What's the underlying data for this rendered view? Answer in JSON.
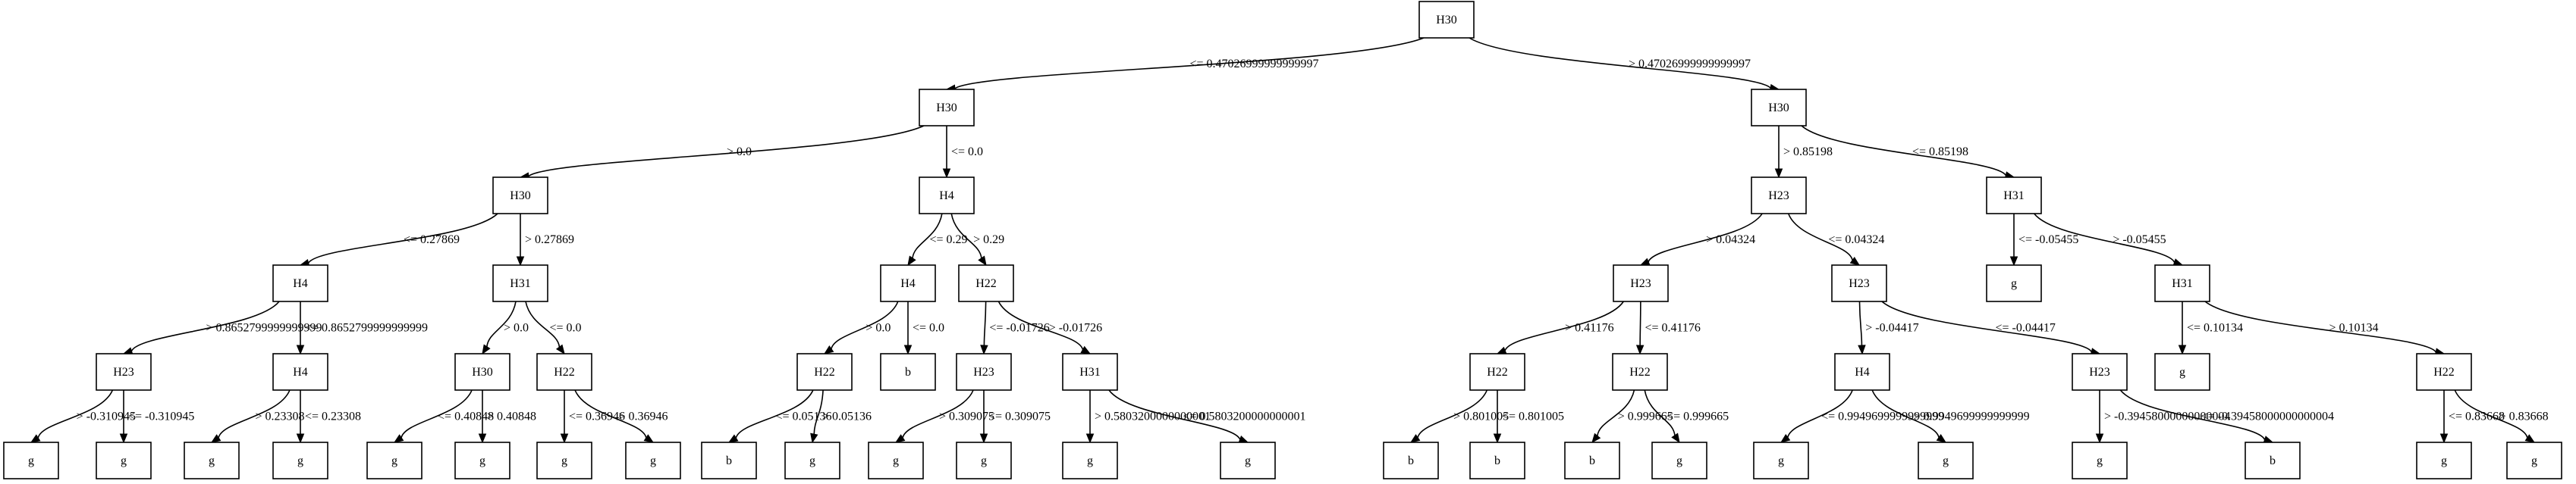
{
  "tree": {
    "nodes": [
      {
        "id": "n0",
        "label": "H30"
      },
      {
        "id": "n1",
        "label": "H30"
      },
      {
        "id": "n2",
        "label": "H30"
      },
      {
        "id": "n3",
        "label": "H30"
      },
      {
        "id": "n4",
        "label": "H4"
      },
      {
        "id": "n5",
        "label": "H23"
      },
      {
        "id": "n6",
        "label": "H31"
      },
      {
        "id": "n7",
        "label": "H4"
      },
      {
        "id": "n8",
        "label": "H31"
      },
      {
        "id": "n9",
        "label": "H4"
      },
      {
        "id": "n10",
        "label": "H22"
      },
      {
        "id": "n11",
        "label": "H23"
      },
      {
        "id": "n12",
        "label": "H23"
      },
      {
        "id": "n13",
        "label": "g"
      },
      {
        "id": "n14",
        "label": "H31"
      },
      {
        "id": "n15",
        "label": "H23"
      },
      {
        "id": "n16",
        "label": "H4"
      },
      {
        "id": "n17",
        "label": "H30"
      },
      {
        "id": "n18",
        "label": "H22"
      },
      {
        "id": "n19",
        "label": "H22"
      },
      {
        "id": "n20",
        "label": "b"
      },
      {
        "id": "n21",
        "label": "H23"
      },
      {
        "id": "n22",
        "label": "H31"
      },
      {
        "id": "n23",
        "label": "H22"
      },
      {
        "id": "n24",
        "label": "H22"
      },
      {
        "id": "n25",
        "label": "H4"
      },
      {
        "id": "n26",
        "label": "H23"
      },
      {
        "id": "n27",
        "label": "g"
      },
      {
        "id": "n28",
        "label": "H22"
      },
      {
        "id": "n29",
        "label": "g"
      },
      {
        "id": "n30",
        "label": "g"
      },
      {
        "id": "n31",
        "label": "g"
      },
      {
        "id": "n32",
        "label": "g"
      },
      {
        "id": "n33",
        "label": "g"
      },
      {
        "id": "n34",
        "label": "g"
      },
      {
        "id": "n35",
        "label": "g"
      },
      {
        "id": "n36",
        "label": "g"
      },
      {
        "id": "n37",
        "label": "g"
      },
      {
        "id": "n38",
        "label": "b"
      },
      {
        "id": "n39",
        "label": "g"
      },
      {
        "id": "n40",
        "label": "g"
      },
      {
        "id": "n41",
        "label": "g"
      },
      {
        "id": "n42",
        "label": "g"
      },
      {
        "id": "n43",
        "label": "b"
      },
      {
        "id": "n44",
        "label": "b"
      },
      {
        "id": "n45",
        "label": "b"
      },
      {
        "id": "n46",
        "label": "g"
      },
      {
        "id": "n47",
        "label": "g"
      },
      {
        "id": "n48",
        "label": "g"
      },
      {
        "id": "n49",
        "label": "g"
      },
      {
        "id": "n50",
        "label": "g"
      },
      {
        "id": "n51",
        "label": "b"
      },
      {
        "id": "n52",
        "label": "g"
      },
      {
        "id": "n53",
        "label": "g"
      }
    ],
    "edges": [
      {
        "from": "n0",
        "to": "n1",
        "label": "<= 0.47026999999999997"
      },
      {
        "from": "n0",
        "to": "n3",
        "label": "> 0.47026999999999997"
      },
      {
        "from": "n1",
        "to": "n2",
        "label": "> 0.0"
      },
      {
        "from": "n1",
        "to": "n9",
        "label": "<= 0.0"
      },
      {
        "from": "n2",
        "to": "n4",
        "label": "<= 0.27869"
      },
      {
        "from": "n2",
        "to": "n8",
        "label": "> 0.27869"
      },
      {
        "from": "n4",
        "to": "n5",
        "label": "> 0.8652799999999999"
      },
      {
        "from": "n4",
        "to": "n7",
        "label": "<= 0.8652799999999999"
      },
      {
        "from": "n5",
        "to": "n29",
        "label": "> -0.310945"
      },
      {
        "from": "n5",
        "to": "n30",
        "label": "<= -0.310945"
      },
      {
        "from": "n7",
        "to": "n31",
        "label": "> 0.23308"
      },
      {
        "from": "n7",
        "to": "n32",
        "label": "<= 0.23308"
      },
      {
        "from": "n8",
        "to": "n17",
        "label": "> 0.0"
      },
      {
        "from": "n8",
        "to": "n18",
        "label": "<= 0.0"
      },
      {
        "from": "n17",
        "to": "n33",
        "label": "<= 0.40848"
      },
      {
        "from": "n17",
        "to": "n34",
        "label": "> 0.40848"
      },
      {
        "from": "n18",
        "to": "n35",
        "label": "<= 0.36946"
      },
      {
        "from": "n18",
        "to": "n36",
        "label": "> 0.36946"
      },
      {
        "from": "n9",
        "to": "n16",
        "label": "<= 0.29"
      },
      {
        "from": "n9",
        "to": "n10",
        "label": "> 0.29"
      },
      {
        "from": "n16",
        "to": "n19",
        "label": "> 0.0"
      },
      {
        "from": "n16",
        "to": "n20",
        "label": "<= 0.0"
      },
      {
        "from": "n19",
        "to": "n38",
        "label": "<= 0.05136"
      },
      {
        "from": "n19",
        "to": "n37",
        "label": "> 0.05136"
      },
      {
        "from": "n10",
        "to": "n21",
        "label": "<= -0.01726"
      },
      {
        "from": "n10",
        "to": "n22",
        "label": "> -0.01726"
      },
      {
        "from": "n21",
        "to": "n39",
        "label": "> 0.309075"
      },
      {
        "from": "n21",
        "to": "n40",
        "label": "<= 0.309075"
      },
      {
        "from": "n22",
        "to": "n41",
        "label": "> 0.5803200000000001"
      },
      {
        "from": "n22",
        "to": "n42",
        "label": "<= 0.5803200000000001"
      },
      {
        "from": "n3",
        "to": "n11",
        "label": "> 0.85198"
      },
      {
        "from": "n3",
        "to": "n6",
        "label": "<= 0.85198"
      },
      {
        "from": "n11",
        "to": "n12",
        "label": "> 0.04324"
      },
      {
        "from": "n11",
        "to": "n15",
        "label": "<= 0.04324"
      },
      {
        "from": "n12",
        "to": "n23",
        "label": "> 0.41176"
      },
      {
        "from": "n12",
        "to": "n24",
        "label": "<= 0.41176"
      },
      {
        "from": "n23",
        "to": "n43",
        "label": "> 0.801005"
      },
      {
        "from": "n23",
        "to": "n44",
        "label": "<= 0.801005"
      },
      {
        "from": "n24",
        "to": "n45",
        "label": "> 0.999665"
      },
      {
        "from": "n24",
        "to": "n46",
        "label": "<= 0.999665"
      },
      {
        "from": "n15",
        "to": "n25",
        "label": "> -0.04417"
      },
      {
        "from": "n15",
        "to": "n26",
        "label": "<= -0.04417"
      },
      {
        "from": "n25",
        "to": "n47",
        "label": "<= 0.9949699999999999"
      },
      {
        "from": "n25",
        "to": "n48",
        "label": "> 0.9949699999999999"
      },
      {
        "from": "n26",
        "to": "n49",
        "label": "> -0.39458000000000004"
      },
      {
        "from": "n26",
        "to": "n51",
        "label": "<= -0.39458000000000004"
      },
      {
        "from": "n6",
        "to": "n13",
        "label": "<= -0.05455"
      },
      {
        "from": "n6",
        "to": "n14",
        "label": "> -0.05455"
      },
      {
        "from": "n14",
        "to": "n27",
        "label": "<= 0.10134"
      },
      {
        "from": "n14",
        "to": "n28",
        "label": "> 0.10134"
      },
      {
        "from": "n28",
        "to": "n52",
        "label": "<= 0.83668"
      },
      {
        "from": "n28",
        "to": "n53",
        "label": "> 0.83668"
      }
    ]
  }
}
